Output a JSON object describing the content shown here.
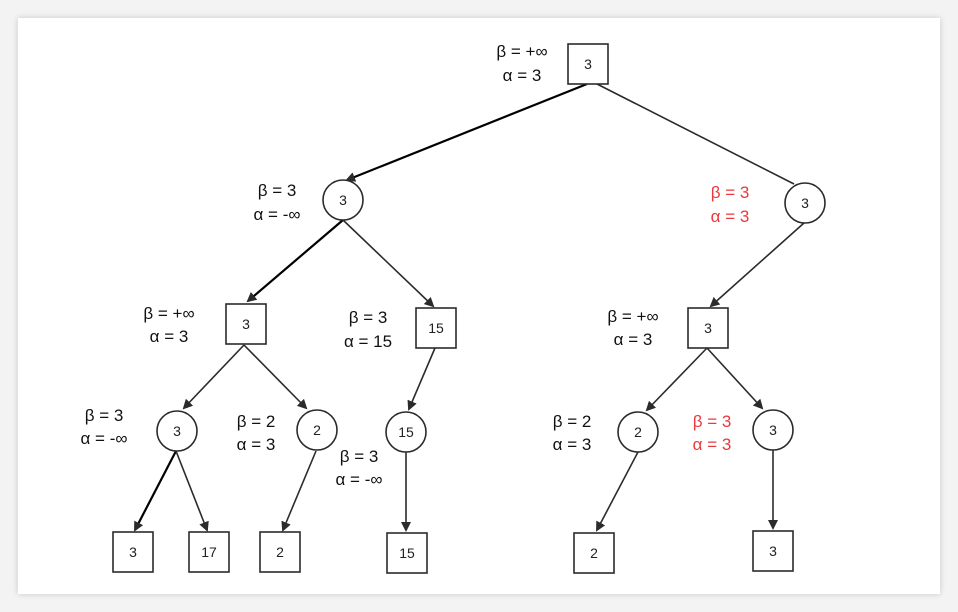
{
  "colors": {
    "annotation": "#111111",
    "pruned": "#e8393d",
    "edge": "#2b2b2b"
  },
  "nodes": {
    "root": {
      "value": "3",
      "beta": "β = +∞",
      "alpha": "α = 3"
    },
    "min_left": {
      "value": "3",
      "beta": "β = 3",
      "alpha": "α = -∞"
    },
    "min_right": {
      "value": "3",
      "beta": "β = 3",
      "alpha": "α = 3"
    },
    "max_ll": {
      "value": "3",
      "beta": "β = +∞",
      "alpha": "α = 3"
    },
    "max_lr": {
      "value": "15",
      "beta": "β = 3",
      "alpha": "α = 15"
    },
    "max_r": {
      "value": "3",
      "beta": "β = +∞",
      "alpha": "α = 3"
    },
    "min_lll": {
      "value": "3",
      "beta": "β = 3",
      "alpha": "α = -∞"
    },
    "min_llr": {
      "value": "2",
      "beta": "β = 2",
      "alpha": "α = 3"
    },
    "min_lrl": {
      "value": "15",
      "beta": "β = 3",
      "alpha": "α = -∞"
    },
    "min_rl": {
      "value": "2",
      "beta": "β = 2",
      "alpha": "α = 3"
    },
    "min_rr": {
      "value": "3",
      "beta": "β = 3",
      "alpha": "α = 3"
    },
    "leaf1": {
      "value": "3"
    },
    "leaf2": {
      "value": "17"
    },
    "leaf3": {
      "value": "2"
    },
    "leaf4": {
      "value": "15"
    },
    "leaf5": {
      "value": "2"
    },
    "leaf6": {
      "value": "3"
    }
  }
}
